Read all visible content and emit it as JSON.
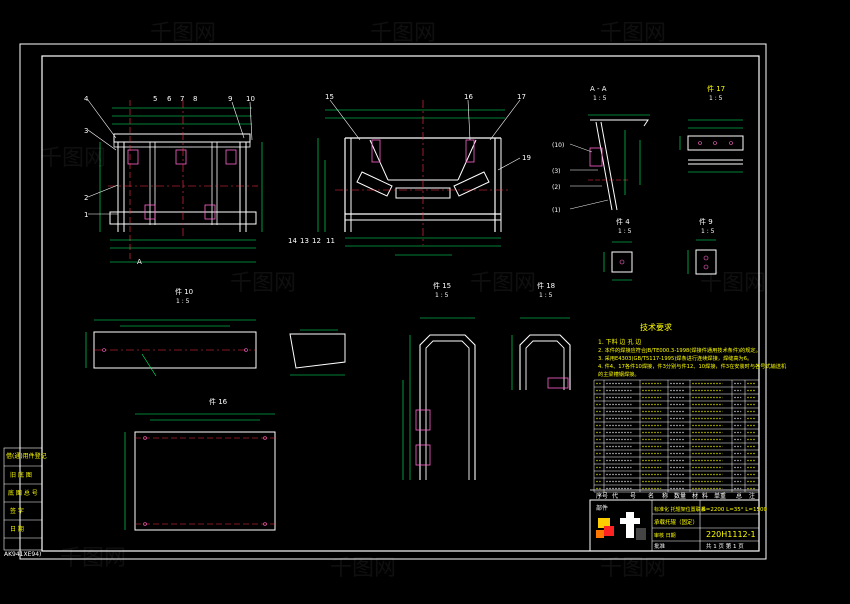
{
  "colors": {
    "background": "#000000",
    "frame": "#ffffff",
    "part": "#ffffff",
    "dimension": "#00ff66",
    "centerline": "#ff3344",
    "hidden": "#ff66cc",
    "note": "#ffff00",
    "table": "#ffffff"
  },
  "watermark": "千图网",
  "views": {
    "main_callouts": [
      "4",
      "5",
      "6",
      "7",
      "8",
      "9",
      "10",
      "3",
      "2",
      "1"
    ],
    "main_section_mark": "A",
    "side_callouts_top": [
      "15",
      "16",
      "17"
    ],
    "side_callouts_bottom": [
      "14",
      "13",
      "12",
      "11"
    ],
    "side_callout_right": "19",
    "section_aa_title": "A - A",
    "section_aa_scale": "1 : 5",
    "section_aa_callouts": [
      "(10)",
      "(3)",
      "(2)",
      "(1)"
    ],
    "part17_title": "件 17",
    "part17_scale": "1 : 5",
    "part4_title": "件 4",
    "part4_scale": "1 : 5",
    "part9_title": "件 9",
    "part9_scale": "1 : 5",
    "part10_title": "件 10",
    "part10_scale": "1 : 5",
    "part15_title": "件 15",
    "part15_scale": "1 : 5",
    "part18_title": "件 18",
    "part18_scale": "1 : 5",
    "part16_title": "件 16"
  },
  "tech_requirements": {
    "title": "技术要求",
    "lines": [
      "1. 下料  边  孔 边",
      "2. 本件的焊接应符合JB/TE000.3-1998(焊接件通用技术条件)的规定。",
      "3. 采用E4303(GB/T5117-1995)焊条进行连续焊接，焊缝高为6。",
      "4. 件4、17各件10焊接，件3分别与件12、10焊接，件3在安装时与各号式输送机",
      "   的主梁槽钢焊接。"
    ]
  },
  "left_stamp": {
    "rows": [
      "借(通)用件登记",
      "旧 底 图",
      "底 图 总 号",
      "签 字",
      "日 期"
    ],
    "bottom": "AK941XE94)"
  },
  "title_block": {
    "header": [
      "序号",
      "代",
      "号",
      "名",
      "称",
      "数量",
      "材",
      "料",
      "单重",
      "总",
      "注"
    ],
    "part_label": "部件",
    "equipment": "B=2200  L=35°  L=1500",
    "drawing_name": "承载托辊（固定）",
    "drawing_no": "220H1112-1",
    "row2": "标准化   托辊架位置联系",
    "row3": "审核 日期",
    "sheet": "共 1 页   第 1 页",
    "approve": "批准"
  }
}
